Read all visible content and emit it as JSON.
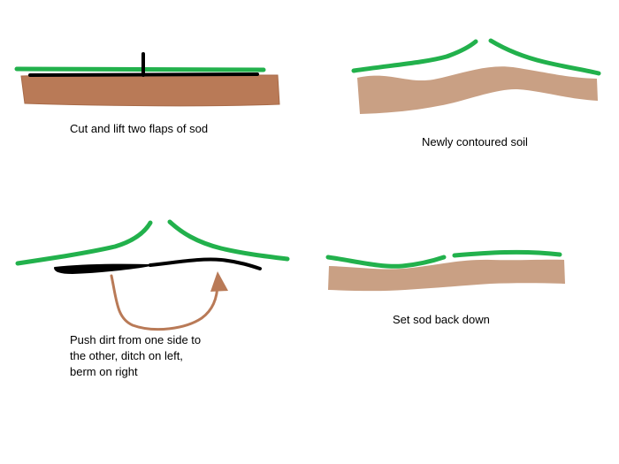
{
  "panels": {
    "cut": {
      "caption": "Cut and lift two flaps of sod"
    },
    "contoured": {
      "caption": "Newly contoured soil"
    },
    "push": {
      "caption_lines": [
        "Push dirt from one side to",
        "the other, ditch on left,",
        "berm on right"
      ]
    },
    "replaced": {
      "caption": "Set sod back down"
    }
  },
  "colors": {
    "sod": "#22b14c",
    "soil_dark": "#b97a57",
    "soil_light": "#c9a084",
    "cut_line": "#000000",
    "arrow": "#b97a57",
    "text": "#000000",
    "background": "#ffffff"
  }
}
